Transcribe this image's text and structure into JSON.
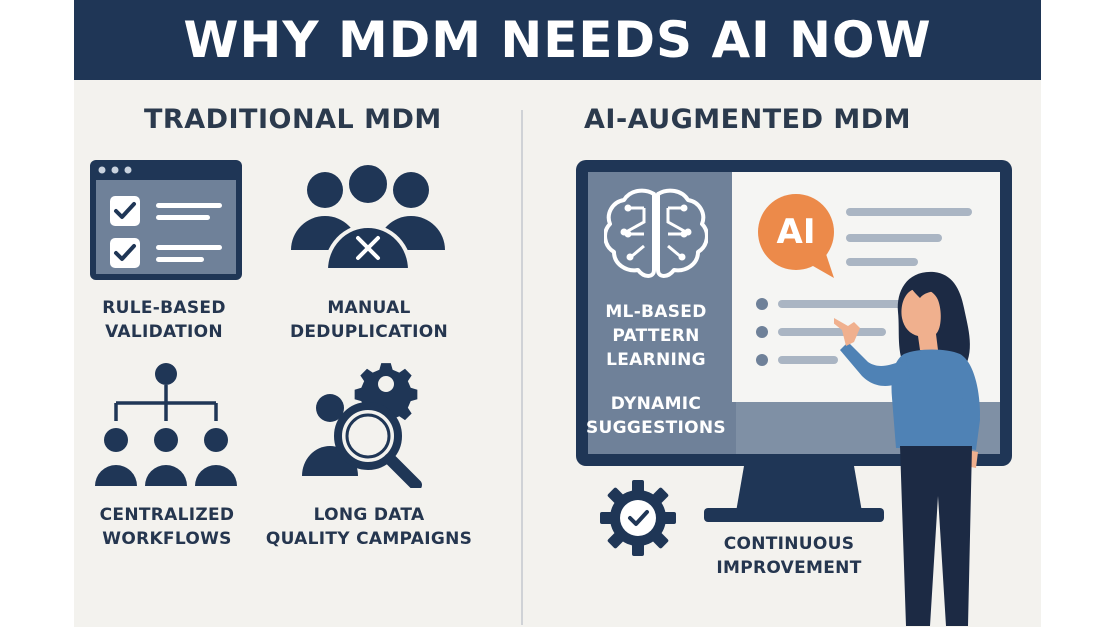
{
  "title": "WHY MDM NEEDS AI NOW",
  "left": {
    "heading": "TRADITIONAL MDM",
    "items": [
      {
        "label": "RULE-BASED\nVALIDATION",
        "icon": "checklist-window-icon"
      },
      {
        "label": "MANUAL\nDEDUPLICATION",
        "icon": "people-cross-icon"
      },
      {
        "label": "CENTRALIZED\nWORKFLOWS",
        "icon": "org-chart-icon"
      },
      {
        "label": "LONG DATA\nQUALITY CAMPAIGNS",
        "icon": "magnifier-gear-person-icon"
      }
    ]
  },
  "right": {
    "heading": "AI-AUGMENTED MDM",
    "panel_items": [
      {
        "label": "ML-BASED\nPATTERN\nLEARNING",
        "icon": "brain-circuit-icon"
      },
      {
        "label": "DYNAMIC\nSUGGESTIONS"
      }
    ],
    "ai_bubble_text": "AI",
    "footer_item": {
      "label": "CONTINUOUS\nIMPROVEMENT",
      "icon": "gear-check-icon"
    }
  },
  "colors": {
    "navy": "#1f3656",
    "background": "#f3f2ee",
    "slate": "#6f8199",
    "accent_orange": "#ec8a4a",
    "shirt_blue": "#4f82b5"
  }
}
